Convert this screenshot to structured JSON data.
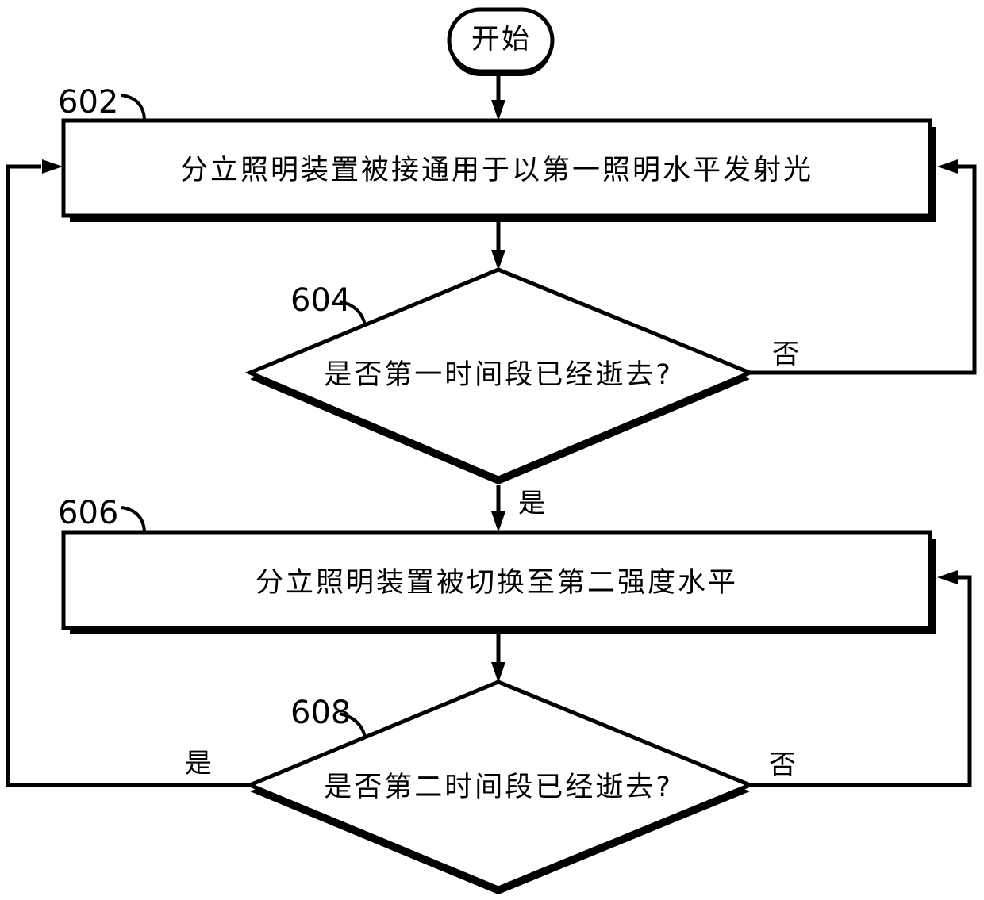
{
  "colors": {
    "background": "#ffffff",
    "ink": "#000000"
  },
  "flowchart": {
    "start": {
      "label": "开始"
    },
    "steps": [
      {
        "ref": "602",
        "type": "process",
        "label": "分立照明装置被接通用于以第一照明水平发射光"
      },
      {
        "ref": "604",
        "type": "decision",
        "label": "是否第一时间段已经逝去?",
        "yes": "是",
        "no": "否"
      },
      {
        "ref": "606",
        "type": "process",
        "label": "分立照明装置被切换至第二强度水平"
      },
      {
        "ref": "608",
        "type": "decision",
        "label": "是否第二时间段已经逝去?",
        "yes": "是",
        "no": "否"
      }
    ]
  }
}
